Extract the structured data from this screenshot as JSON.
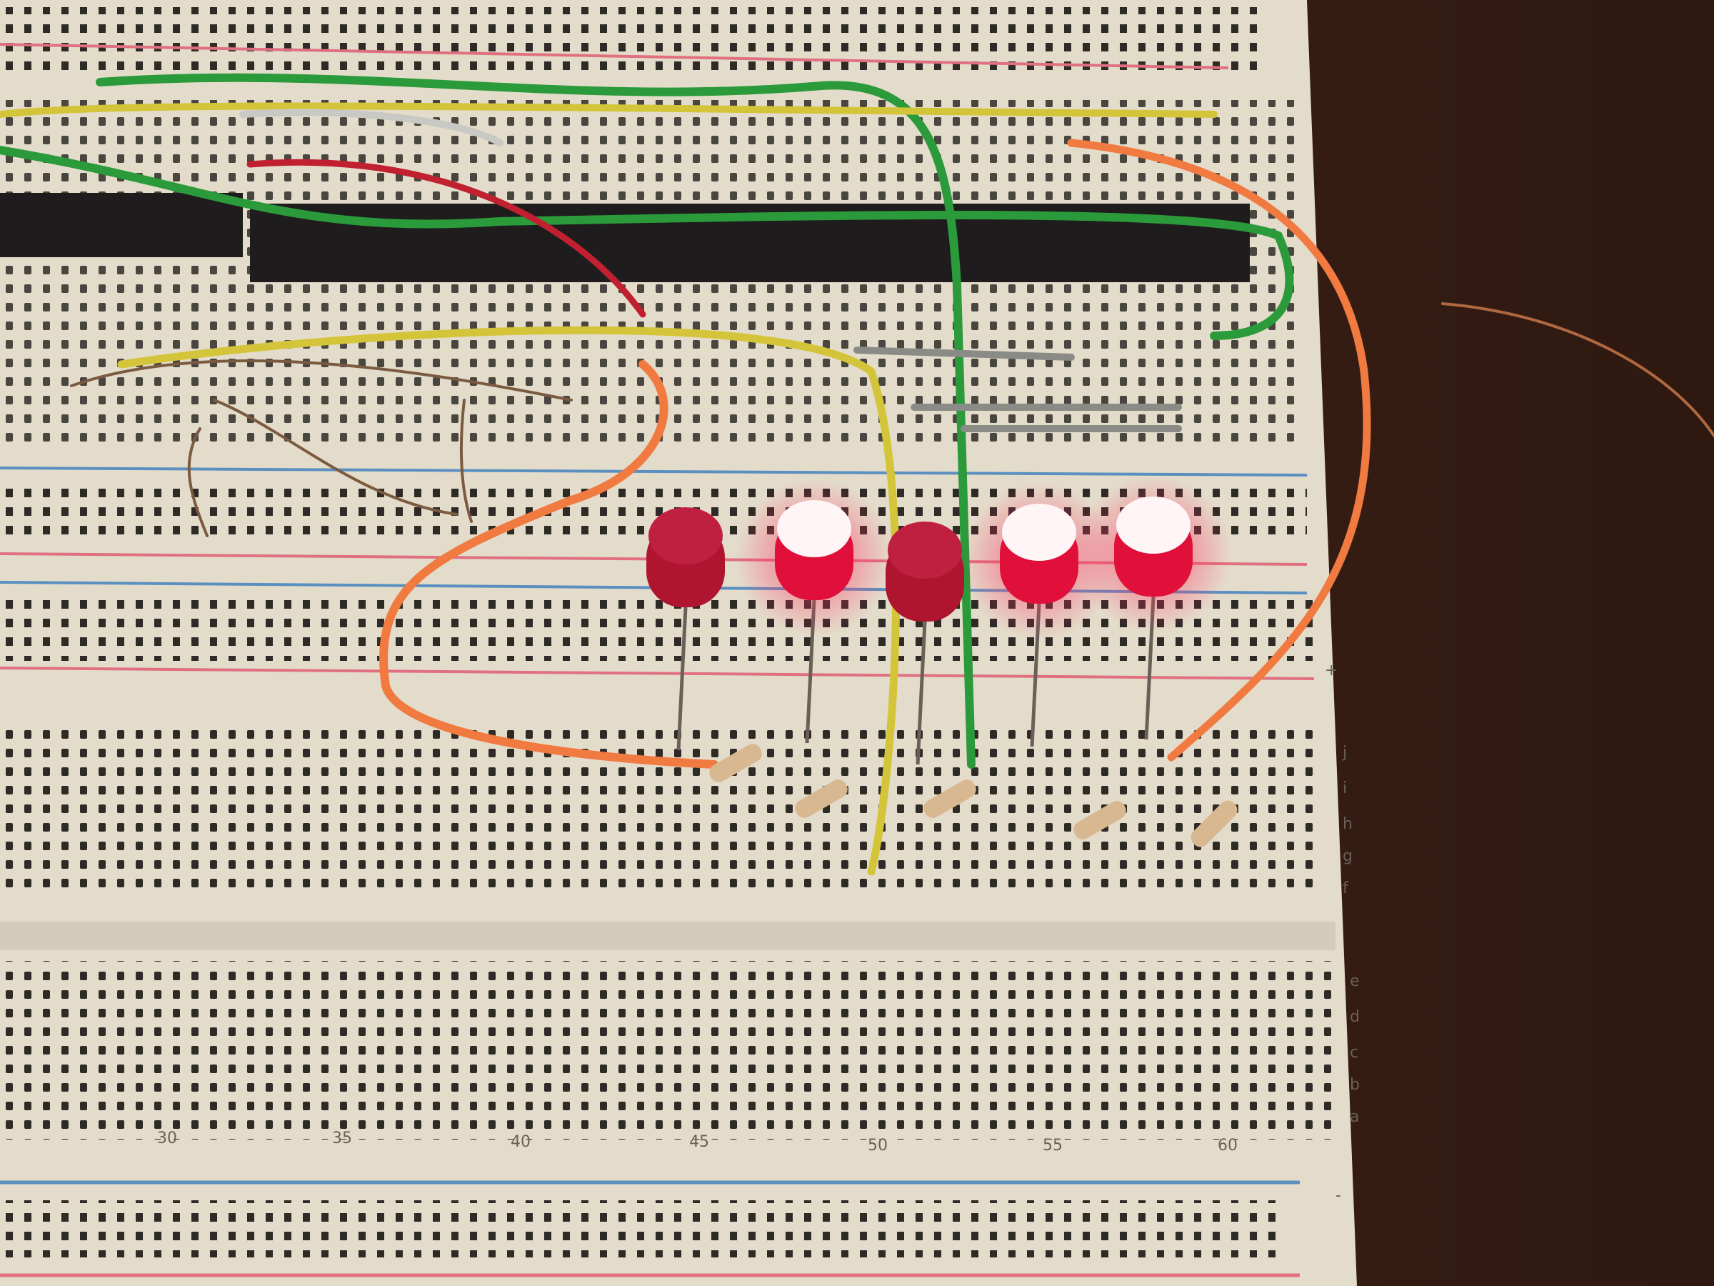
{
  "photo": {
    "subject": "breadboard",
    "led_color": "#e0103a",
    "leds": [
      {
        "lit": false
      },
      {
        "lit": true
      },
      {
        "lit": false
      },
      {
        "lit": true
      },
      {
        "lit": true
      }
    ],
    "column_numbers": [
      "30",
      "35",
      "40",
      "45",
      "50",
      "55",
      "60"
    ],
    "row_letters_top": [
      "j",
      "i",
      "h",
      "g",
      "f"
    ],
    "row_letters_bottom": [
      "e",
      "d",
      "c",
      "b",
      "a"
    ],
    "rail_signs": [
      "+",
      "-"
    ]
  }
}
